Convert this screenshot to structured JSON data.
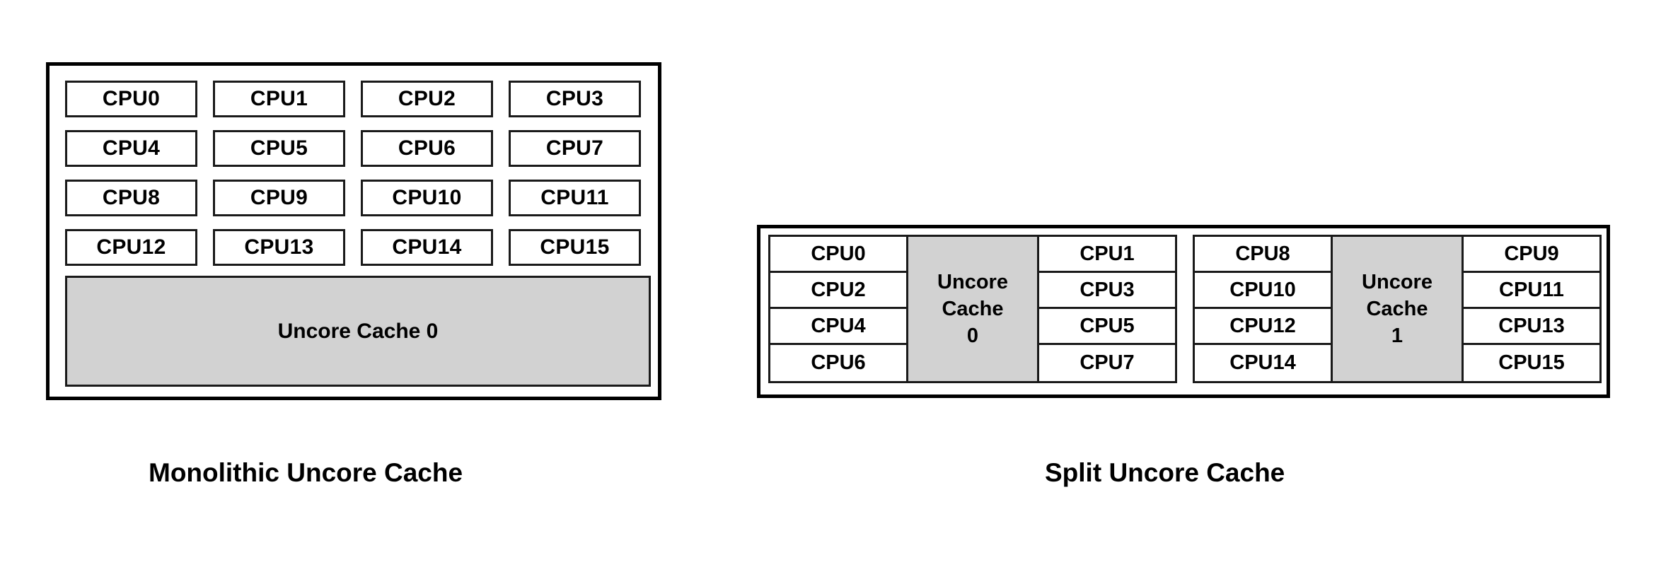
{
  "figures": {
    "monolithic": {
      "caption": "Monolithic Uncore Cache",
      "cpu_rows": [
        [
          "CPU0",
          "CPU1",
          "CPU2",
          "CPU3"
        ],
        [
          "CPU4",
          "CPU5",
          "CPU6",
          "CPU7"
        ],
        [
          "CPU8",
          "CPU9",
          "CPU10",
          "CPU11"
        ],
        [
          "CPU12",
          "CPU13",
          "CPU14",
          "CPU15"
        ]
      ],
      "cache_label": "Uncore Cache 0"
    },
    "split": {
      "caption": "Split Uncore Cache",
      "groups": [
        {
          "left_cpus": [
            "CPU0",
            "CPU2",
            "CPU4",
            "CPU6"
          ],
          "cache_line1": "Uncore",
          "cache_line2": "Cache",
          "cache_line3": "0",
          "right_cpus": [
            "CPU1",
            "CPU3",
            "CPU5",
            "CPU7"
          ]
        },
        {
          "left_cpus": [
            "CPU8",
            "CPU10",
            "CPU12",
            "CPU14"
          ],
          "cache_line1": "Uncore",
          "cache_line2": "Cache",
          "cache_line3": "1",
          "right_cpus": [
            "CPU9",
            "CPU11",
            "CPU13",
            "CPU15"
          ]
        }
      ]
    }
  },
  "colors": {
    "cache_fill": "#d2d2d2",
    "border": "#000000",
    "background": "#ffffff",
    "text": "#000000"
  }
}
